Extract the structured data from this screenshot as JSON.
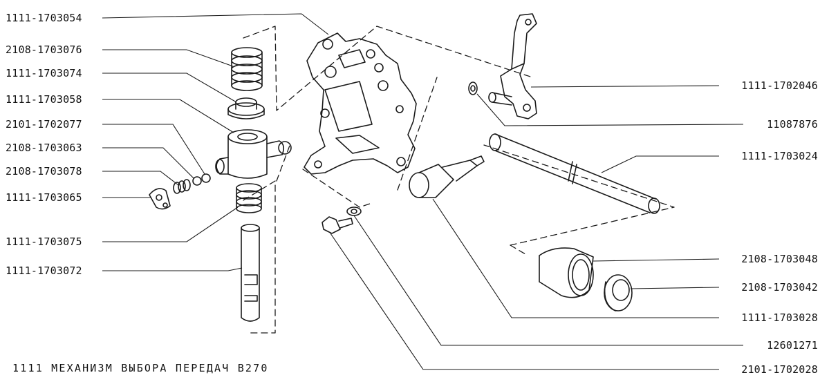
{
  "diagram": {
    "caption": "1111  МЕХАНИЗМ  ВЫБОРА  ПЕРЕДАЧ     В270",
    "ink_color": "#1a1a1a",
    "background": "#ffffff",
    "labels_left": [
      "1111-1703054",
      "2108-1703076",
      "1111-1703074",
      "1111-1703058",
      "2101-1702077",
      "2108-1703063",
      "2108-1703078",
      "1111-1703065",
      "1111-1703075",
      "1111-1703072"
    ],
    "labels_right": [
      "1111-1702046",
      "11087876",
      "1111-1703024",
      "2108-1703048",
      "2108-1703042",
      "1111-1703028",
      "12601271",
      "2101-1702028"
    ]
  }
}
